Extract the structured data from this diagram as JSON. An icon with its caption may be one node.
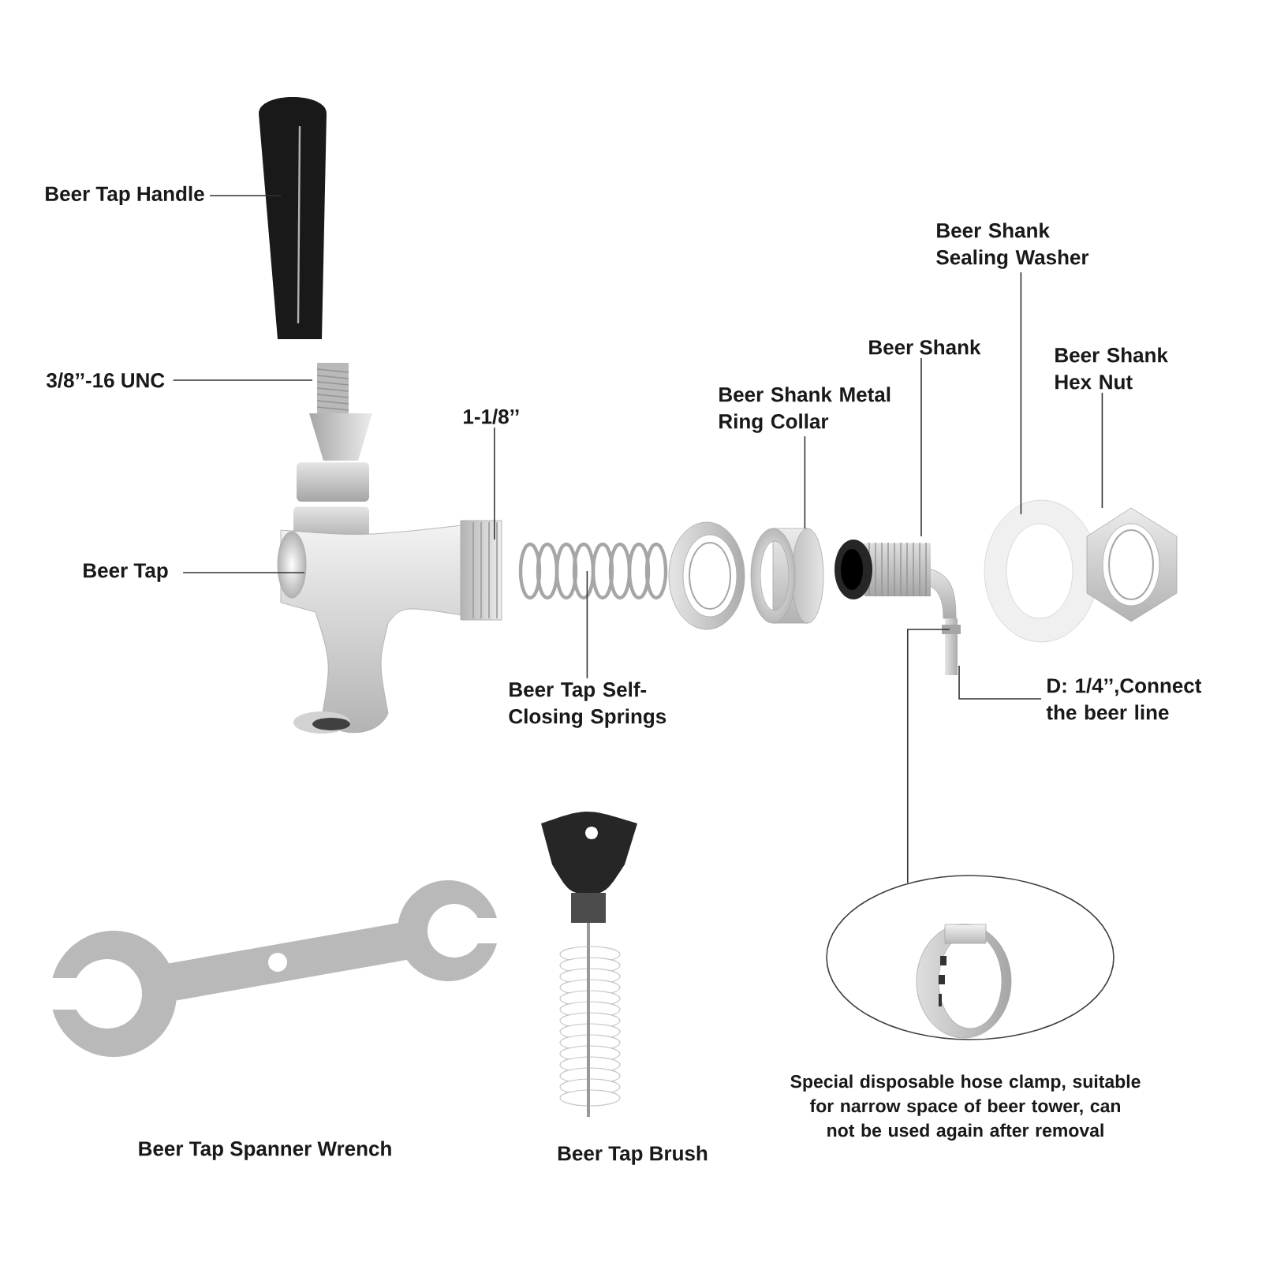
{
  "diagram": {
    "nodes": [
      {
        "text": [
          "Beer Tap Handle"
        ]
      },
      {
        "text": [
          "3/8’’-16 UNC"
        ]
      },
      {
        "text": [
          "Beer Tap"
        ]
      },
      {
        "text": [
          "1-1/8’’"
        ]
      },
      {
        "text": [
          "Beer Tap Self-Closing Springs"
        ]
      },
      {
        "text": [
          "Beer Shank Metal Ring Collar"
        ]
      },
      {
        "text": [
          "Beer Shank"
        ]
      },
      {
        "text": [
          "Beer Shank Sealing Washer"
        ]
      },
      {
        "text": [
          "Beer Shank Hex Nut"
        ]
      },
      {
        "text": [
          "D: 1/4’’,Connect the beer line"
        ]
      },
      {
        "text": [],
        "shape": "picture"
      },
      {
        "text": [],
        "shape": "picture"
      },
      {
        "text": [],
        "shape": "picture"
      },
      {
        "text": [],
        "shape": "picture"
      },
      {
        "text": [],
        "shape": "picture"
      },
      {
        "text": [],
        "shape": "picture"
      },
      {
        "text": [],
        "shape": "picture"
      },
      {
        "text": [],
        "shape": "picture"
      },
      {
        "text": [],
        "shape": "ellipse",
        "beside": [
          "Special disposable hose clamp, suitable for narrow space of beer tower, can not be used again after removal"
        ]
      },
      {
        "text": [],
        "shape": "picture",
        "in": 18
      },
      {
        "text": [],
        "shape": "picture"
      },
      {
        "text": [],
        "shape": "picture",
        "beside": [
          "Beer Tap Brush"
        ]
      }
    ],
    "edges": [
      {
        "from": 0,
        "to": 10,
        "arrow": "none"
      },
      {
        "from": 1,
        "to": 11,
        "arrow": "none"
      },
      {
        "from": 2,
        "to": 11,
        "arrow": "none"
      },
      {
        "from": 3,
        "to": 11,
        "arrow": "none"
      },
      {
        "from": 4,
        "to": 12,
        "arrow": "none"
      },
      {
        "from": 5,
        "to": 14,
        "arrow": "none"
      },
      {
        "from": 6,
        "to": 15,
        "arrow": "none"
      },
      {
        "from": 7,
        "to": 16,
        "arrow": "none"
      },
      {
        "from": 8,
        "to": 17,
        "arrow": "none"
      },
      {
        "from": 9,
        "to": 15,
        "arrow": "none"
      },
      {
        "from": 18,
        "to": 15,
        "arrow": "none"
      }
    ],
    "labels": [
      "Beer Tap Spanner Wrench"
    ]
  }
}
